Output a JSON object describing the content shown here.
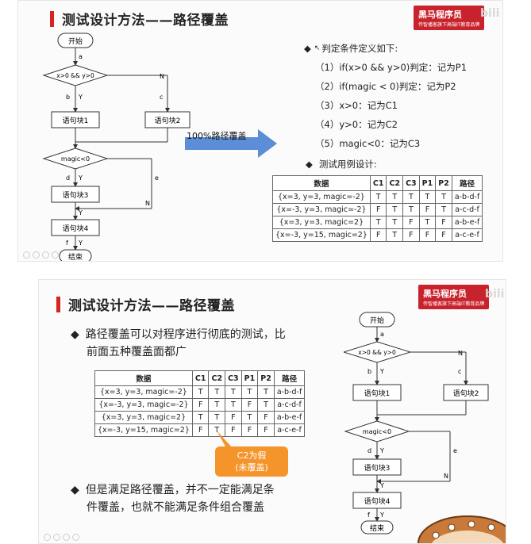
{
  "slide1": {
    "title": "测试设计方法——路径覆盖",
    "logo": {
      "main": "黑马程序员",
      "sub": "传智播客旗下高端IT教育品牌"
    },
    "watermark": "bili",
    "flowchart": {
      "start": "开始",
      "cond1": "x>0 && y>0",
      "block1": "语句块1",
      "block2": "语句块2",
      "cond2": "magic<0",
      "block3": "语句块3",
      "block4": "语句块4",
      "end": "结束",
      "edge_a": "a",
      "edge_b": "b",
      "edge_c": "c",
      "edge_d": "d",
      "edge_e": "e",
      "edge_f": "f",
      "y1": "Y",
      "n1": "N",
      "y2": "Y",
      "n2": "N",
      "y3": "Y",
      "y4": "Y"
    },
    "arrow_label": "100%路径覆盖",
    "definition_header": "判定条件定义如下:",
    "definitions": [
      "（1）if(x>0 && y>0)判定：记为P1",
      "（2）if(magic < 0)判定：记为P2",
      "（3）x>0：记为C1",
      "（4）y>0：记为C2",
      "（5）magic<0：记为C3"
    ],
    "cases_header": "测试用例设计:",
    "table": {
      "headers": [
        "数据",
        "C1",
        "C2",
        "C3",
        "P1",
        "P2",
        "路径"
      ],
      "rows": [
        [
          "{x=3, y=3, magic=-2}",
          "T",
          "T",
          "T",
          "T",
          "T",
          "a-b-d-f"
        ],
        [
          "{x=-3, y=3, magic=-2}",
          "F",
          "T",
          "T",
          "F",
          "T",
          "a-c-d-f"
        ],
        [
          "{x=3, y=3, magic=2}",
          "T",
          "T",
          "F",
          "T",
          "F",
          "a-b-e-f"
        ],
        [
          "{x=-3, y=15, magic=2}",
          "F",
          "T",
          "F",
          "F",
          "F",
          "a-c-e-f"
        ]
      ]
    }
  },
  "slide2": {
    "title": "测试设计方法——路径覆盖",
    "logo": {
      "main": "黑马程序员",
      "sub": "传智播客旗下高端IT教育品牌"
    },
    "watermark": "bili",
    "bullet1": "路径覆盖可以对程序进行彻底的测试，比前面五种覆盖面都广",
    "bullet1_line1": "路径覆盖可以对程序进行彻底的测试，比",
    "bullet1_line2": "前面五种覆盖面都广",
    "bullet2_line1": "但是满足路径覆盖，并不一定能满足条",
    "bullet2_line2": "件覆盖，也就不能满足条件组合覆盖",
    "callout_line1": "C2为假",
    "callout_line2": "(未覆盖)",
    "table": {
      "headers": [
        "数据",
        "C1",
        "C2",
        "C3",
        "P1",
        "P2",
        "路径"
      ],
      "rows": [
        [
          "{x=3, y=3, magic=-2}",
          "T",
          "T",
          "T",
          "T",
          "T",
          "a-b-d-f"
        ],
        [
          "{x=-3, y=3, magic=-2}",
          "F",
          "T",
          "T",
          "F",
          "T",
          "a-c-d-f"
        ],
        [
          "{x=3, y=3, magic=2}",
          "T",
          "T",
          "F",
          "T",
          "F",
          "a-b-e-f"
        ],
        [
          "{x=-3, y=15, magic=2}",
          "F",
          "T",
          "F",
          "F",
          "F",
          "a-c-e-f"
        ]
      ]
    },
    "flowchart": {
      "start": "开始",
      "cond1": "x>0 && y>0",
      "block1": "语句块1",
      "block2": "语句块2",
      "cond2": "magic<0",
      "block3": "语句块3",
      "block4": "语句块4",
      "end": "结束",
      "edge_a": "a",
      "edge_b": "b",
      "edge_c": "c",
      "edge_d": "d",
      "edge_e": "e",
      "edge_f": "f",
      "y1": "Y",
      "n1": "N",
      "y2": "Y",
      "n2": "N",
      "y3": "Y",
      "y4": "Y"
    }
  },
  "colors": {
    "accent_red": "#d62424",
    "arrow_blue": "#5b8ed6",
    "callout_orange": "#f5942b"
  }
}
